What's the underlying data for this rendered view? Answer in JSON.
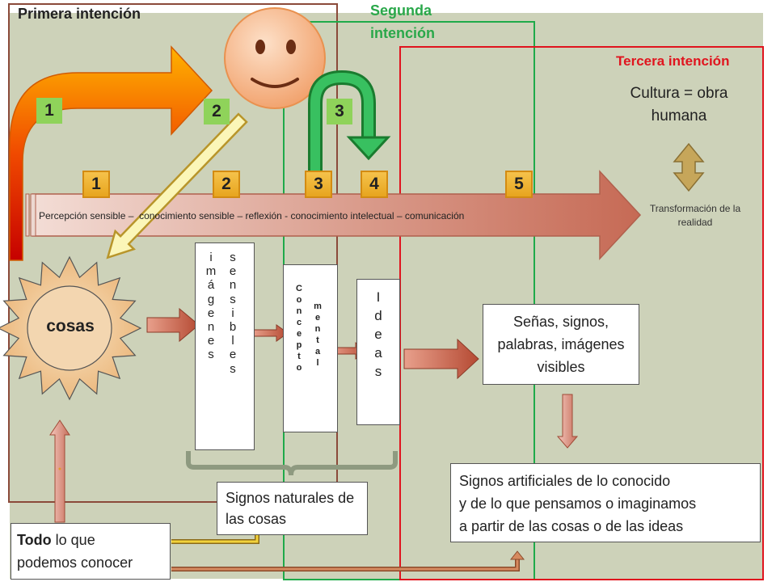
{
  "titles": {
    "primera": "Primera intención",
    "segunda": "Segunda intención",
    "tercera": "Tercera intención"
  },
  "cultura": "Cultura = obra humana",
  "badges_top": [
    "1",
    "2",
    "3"
  ],
  "badges_arrow": [
    "1",
    "2",
    "3",
    "4",
    "5"
  ],
  "process_text": "Percepción sensible –  conocimiento sensible – reflexión - conocimiento intelectual – comunicación",
  "transformacion": "Transformación de la realidad",
  "cosas": "cosas",
  "imagenes": {
    "col1": [
      "i",
      "m",
      "á",
      "g",
      "e",
      "n",
      "e",
      "s"
    ],
    "col2": [
      "s",
      "e",
      "n",
      "s",
      "i",
      "b",
      "l",
      "e",
      "s"
    ]
  },
  "conceptos": {
    "col1": [
      "C",
      "o",
      "n",
      "c",
      "e",
      "p",
      "t",
      "o"
    ],
    "col2": [
      "m",
      "e",
      "n",
      "t",
      "a",
      "l"
    ]
  },
  "ideas": [
    "I",
    "d",
    "e",
    "a",
    "s"
  ],
  "senas": "Señas, signos, palabras, imágenes visibles",
  "signos_naturales": "Signos naturales de las cosas",
  "signos_artificiales": [
    "Signos artificiales de lo conocido",
    "y de lo que pensamos o imaginamos",
    "a partir de las cosas o de las ideas"
  ],
  "todo": {
    "bold": "Todo",
    "rest1": " lo que",
    "line2": "podemos conocer"
  },
  "colors": {
    "panel": "#cdd2b9",
    "primera_frame": "#8b4a3a",
    "segunda_frame": "#1faa4a",
    "tercera_frame": "#e0141e",
    "segunda_title": "#2aa84a",
    "tercera_title": "#e0141e"
  }
}
